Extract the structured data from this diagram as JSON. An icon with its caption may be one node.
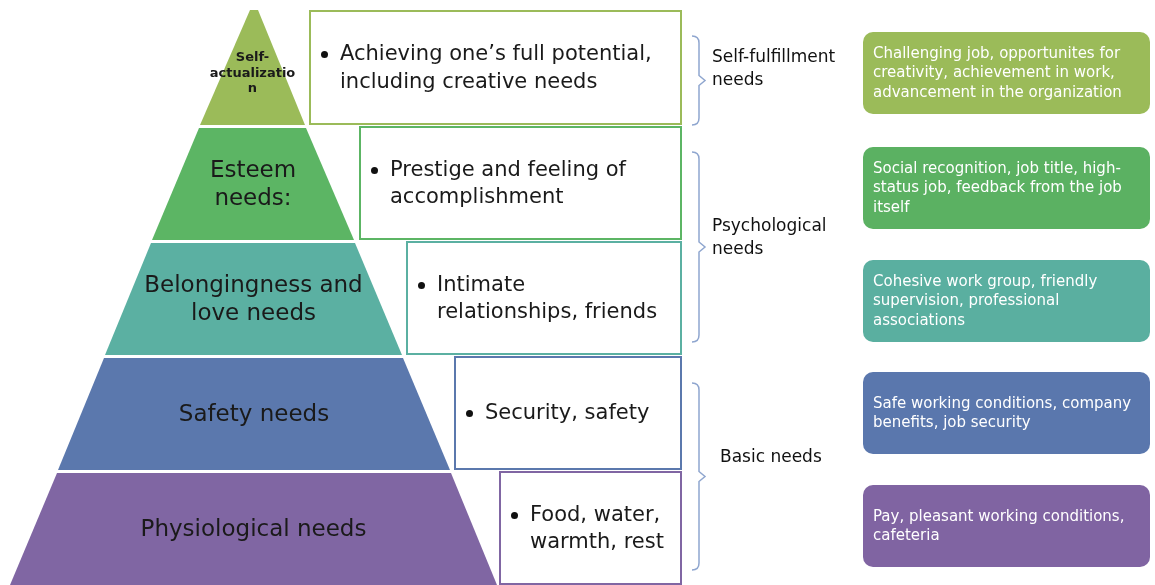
{
  "diagram": {
    "nodes": [
      {
        "text": [
          "Self-actualization"
        ]
      },
      {
        "text": [
          "Esteem needs:"
        ]
      },
      {
        "text": [
          "Belongingness and love needs"
        ]
      },
      {
        "text": [
          "Safety needs"
        ]
      },
      {
        "text": [
          "Physiological needs"
        ]
      },
      {
        "text": [
          "Achieving one’s full potential, including creative needs"
        ]
      },
      {
        "text": [
          "Prestige and feeling of accomplishment"
        ]
      },
      {
        "text": [
          "Intimate relationships, friends"
        ]
      },
      {
        "text": [
          "Security, safety"
        ]
      },
      {
        "text": [
          "Food, water, warmth, rest"
        ]
      },
      {
        "text": [
          "Challenging job, opportunites for creativity, achievement in work, advancement in the organization"
        ]
      },
      {
        "text": [
          "Social recognition, job title, high-status job, feedback from the job itself"
        ]
      },
      {
        "text": [
          "Cohesive work group, friendly supervision, professional associations"
        ]
      },
      {
        "text": [
          "Safe working conditions, company benefits, job security"
        ]
      },
      {
        "text": [
          "Pay, pleasant working conditions, cafeteria"
        ]
      }
    ],
    "labels": [
      "Self-fulfillment needs",
      "Psychological needs",
      "Basic needs"
    ]
  }
}
